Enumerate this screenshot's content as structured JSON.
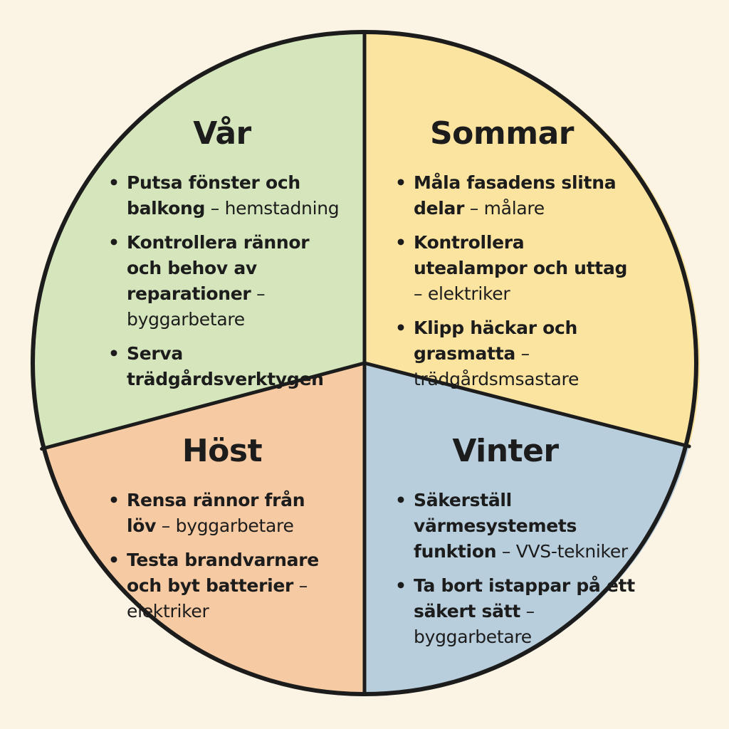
{
  "colors": {
    "background": "#fbf3e4",
    "spring": "#d5e6bc",
    "summer": "#fbe4a0",
    "autumn": "#f6caa2",
    "winter": "#b8cedc",
    "outline": "#1c1c1c"
  },
  "seasons": {
    "spring": {
      "title": "Vår",
      "tasks": [
        {
          "action": "Putsa fönster och balkong",
          "pro": "hemstadning"
        },
        {
          "action": "Kontrollera rännor och behov av reparationer",
          "pro": "byggarbetare"
        },
        {
          "action": "Serva trädgårdsverktygen",
          "pro": ""
        }
      ]
    },
    "summer": {
      "title": "Sommar",
      "tasks": [
        {
          "action": "Måla fasadens slitna delar",
          "pro": "målare"
        },
        {
          "action": "Kontrollera utealampor och uttag",
          "pro": "elektriker"
        },
        {
          "action": "Klipp häckar och grasmatta",
          "pro": "trädgårdsmsastare"
        }
      ]
    },
    "autumn": {
      "title": "Höst",
      "tasks": [
        {
          "action": "Rensa rännor från löv",
          "pro": "byggarbetare"
        },
        {
          "action": "Testa brandvarnare och byt batterier",
          "pro": "elektriker"
        }
      ]
    },
    "winter": {
      "title": "Vinter",
      "tasks": [
        {
          "action": "Säkerställ värmesystemets funktion",
          "pro": "VVS-tekniker"
        },
        {
          "action": "Ta bort istappar på ett säkert sätt",
          "pro": "byggarbetare"
        }
      ]
    }
  },
  "bullet": "•",
  "separator": " – "
}
